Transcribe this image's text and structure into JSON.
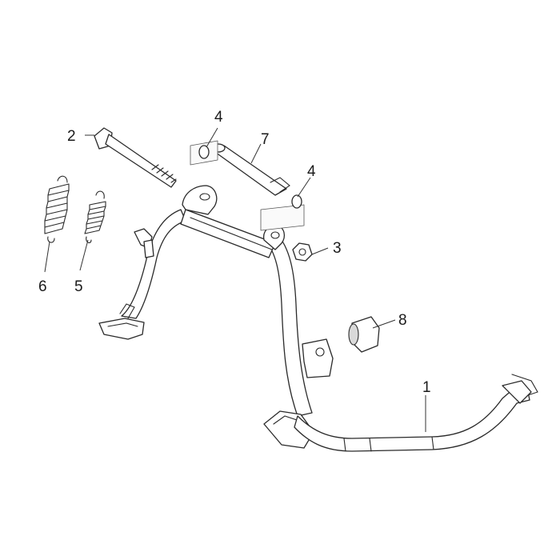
{
  "diagram": {
    "callouts": [
      {
        "id": "c1",
        "label": "1"
      },
      {
        "id": "c2",
        "label": "2"
      },
      {
        "id": "c3",
        "label": "3"
      },
      {
        "id": "c4a",
        "label": "4"
      },
      {
        "id": "c4b",
        "label": "4"
      },
      {
        "id": "c5",
        "label": "5"
      },
      {
        "id": "c6",
        "label": "6"
      },
      {
        "id": "c7",
        "label": "7"
      },
      {
        "id": "c8",
        "label": "8"
      }
    ]
  }
}
